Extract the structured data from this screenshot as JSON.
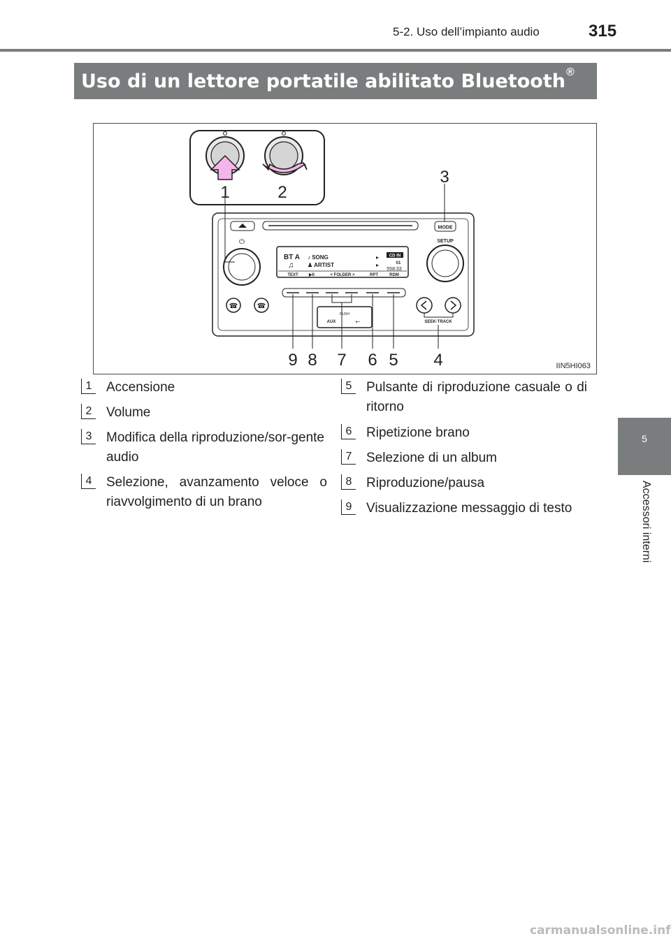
{
  "header": {
    "section": "5-2. Uso dell’impianto audio",
    "page_number": "315"
  },
  "title": {
    "text": "Uso di un lettore portatile abilitato Bluetooth",
    "sup": "®"
  },
  "figure": {
    "code": "IIN5HI063",
    "button_labels": {
      "mode": "MODE",
      "setup": "SETUP",
      "text": "TEXT",
      "play": "▶II",
      "folder": "< FOLDER >",
      "rpt": "RPT",
      "rdm": "RDM",
      "aux": "AUX",
      "seek_track": "SEEK·TRACK",
      "push": "PUSH"
    },
    "display": {
      "source": "BT A",
      "song": "♪ SONG",
      "artist": "♟ ARTIST",
      "badge": "CD IN",
      "time": "558:33",
      "track": "01"
    },
    "callouts": [
      "1",
      "2",
      "3",
      "4",
      "5",
      "6",
      "7",
      "8",
      "9"
    ]
  },
  "legend": {
    "left": [
      {
        "num": "1",
        "text": "Accensione"
      },
      {
        "num": "2",
        "text": "Volume"
      },
      {
        "num": "3",
        "text": "Modifica della riproduzione/sor-gente audio"
      },
      {
        "num": "4",
        "text": "Selezione, avanzamento veloce o riavvolgimento di un brano"
      }
    ],
    "right": [
      {
        "num": "5",
        "text": "Pulsante di riproduzione casuale o di ritorno"
      },
      {
        "num": "6",
        "text": "Ripetizione brano"
      },
      {
        "num": "7",
        "text": "Selezione di un album"
      },
      {
        "num": "8",
        "text": "Riproduzione/pausa"
      },
      {
        "num": "9",
        "text": "Visualizzazione messaggio di testo"
      }
    ]
  },
  "side_tab": {
    "number": "5",
    "label": "Accessori interni"
  },
  "watermark": "carmanualsonline.info",
  "colors": {
    "band": "#7a7d7d",
    "arrow": "#f4b6e8",
    "text": "#231f20"
  }
}
